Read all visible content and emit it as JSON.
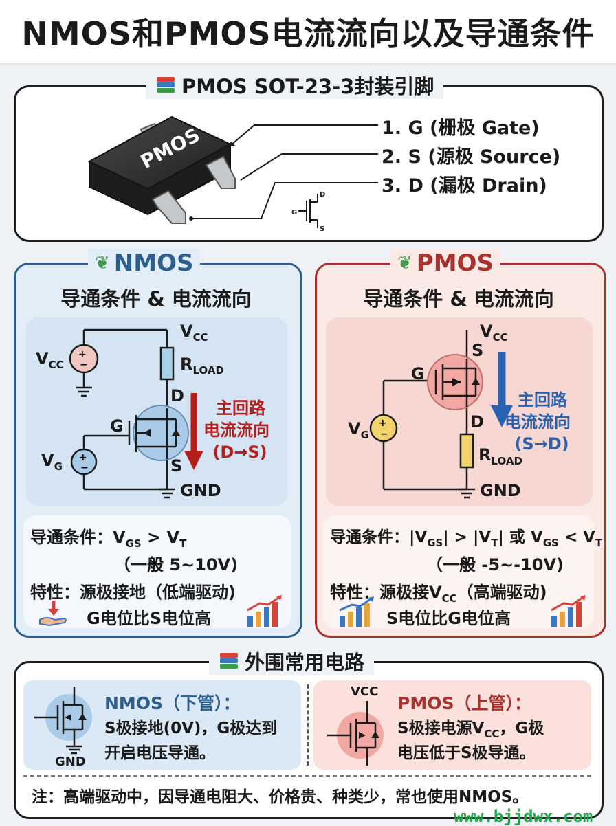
{
  "title": "NMOS和PMOS电流流向以及导通条件",
  "package": {
    "heading": "PMOS SOT-23-3封装引脚",
    "chip_label": "PMOS",
    "pins": [
      "1. G (栅极 Gate)",
      "2. S (源极 Source)",
      "3. D (漏极 Drain)"
    ],
    "symbol_labels": {
      "g": "G",
      "d": "D",
      "s": "S"
    }
  },
  "nmos": {
    "title": "NMOS",
    "subtitle": "导通条件 & 电流流向",
    "vcc": "V",
    "vcc_sub": "CC",
    "vcc_src": "V",
    "vcc_src_sub": "CC",
    "rload": "R",
    "rload_sub": "LOAD",
    "d": "D",
    "g": "G",
    "s": "S",
    "vg": "V",
    "vg_sub": "G",
    "gnd": "GND",
    "loop_line1": "主回路",
    "loop_line2": "电流流向",
    "loop_line3": "(D→S)",
    "cond_prefix": "导通条件：",
    "cond_v1": "V",
    "cond_v1_sub": "GS",
    "cond_op": " > ",
    "cond_v2": "V",
    "cond_v2_sub": "T",
    "cond_range": "（一般 5~10V)",
    "feat_line1": "特性：源极接地（低端驱动)",
    "feat_line2": "G电位比S电位高"
  },
  "pmos": {
    "title": "PMOS",
    "subtitle": "导通条件 & 电流流向",
    "vcc": "V",
    "vcc_sub": "CC",
    "s": "S",
    "g": "G",
    "d": "D",
    "vg": "V",
    "vg_sub": "G",
    "rload": "R",
    "rload_sub": "LOAD",
    "gnd": "GND",
    "loop_line1": "主回路",
    "loop_line2": "电流流向",
    "loop_line3": "(S→D)",
    "cond_prefix": "导通条件：",
    "cond_a": "|V",
    "cond_a_sub": "GS",
    "cond_a_end": "|",
    "cond_op1": " > ",
    "cond_b": "|V",
    "cond_b_sub": "T",
    "cond_b_end": "|",
    "cond_or": " 或 ",
    "cond_c": "V",
    "cond_c_sub": "GS",
    "cond_op2": " < ",
    "cond_d": "V",
    "cond_d_sub": "T",
    "cond_range": "（一般 -5~-10V)",
    "feat_prefix": "特性：源极接V",
    "feat_sub": "CC",
    "feat_suffix": "（高端驱动)",
    "feat_line2": "S电位比G电位高"
  },
  "periph": {
    "heading": "外围常用电路",
    "nmos_title": "NMOS（下管）：",
    "nmos_line1": "S极接地(0V)，G极达到",
    "nmos_line2": "开启电压导通。",
    "nmos_gnd": "GND",
    "pmos_title": "PMOS（上管）：",
    "pmos_line1_a": "S极接电源V",
    "pmos_line1_sub": "CC",
    "pmos_line1_b": "，G极",
    "pmos_line2": "电压低于S极导通。",
    "pmos_vcc": "VCC",
    "note": "注：高端驱动中，因导通电阻大、价格贵、种类少，常也使用NMOS。"
  },
  "watermark": "www.bjjdwx.com",
  "colors": {
    "nmos_blue": "#2c5f8e",
    "pmos_red": "#a8322e",
    "arrow_red": "#b3201c",
    "arrow_blue": "#2a62b0",
    "watermark_green": "#20a84c"
  }
}
